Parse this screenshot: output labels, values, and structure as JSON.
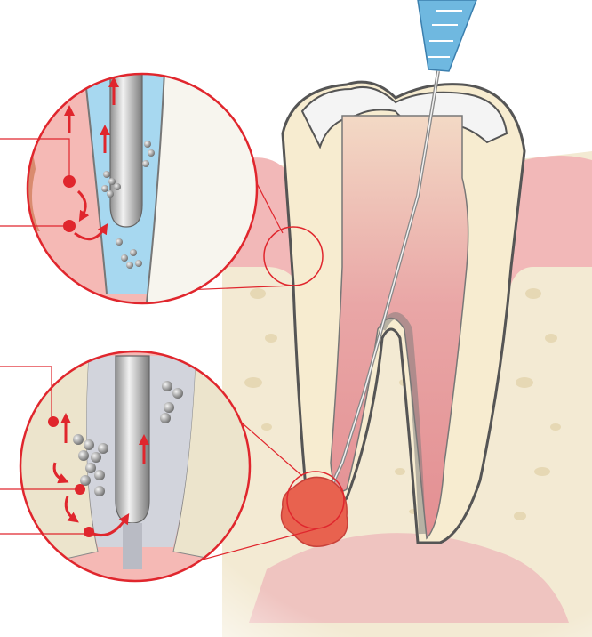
{
  "diagram": {
    "main_view": "tooth-cross-section-with-file",
    "insets": [
      {
        "id": "upper-inset",
        "depicts": "file-in-canal-irrigation-detail",
        "callout_lines": 2
      },
      {
        "id": "lower-inset",
        "depicts": "file-tip-at-apex-detail",
        "callout_lines": 3
      }
    ]
  },
  "colors": {
    "gum": "#f2b8b8",
    "bone": "#f3ead3",
    "bone_pore": "#e6d8b4",
    "dentin": "#f7ecd0",
    "pulp": "#e8a0a0",
    "enamel": "#f4f4f4",
    "outline": "#555555",
    "irrigant": "#a7d8f0",
    "handpiece": "#6fb8e0",
    "file": "#c8c8c8",
    "arrow_red": "#e0262d",
    "lesion": "#e8624f"
  },
  "icons": {
    "arrow_up": "arrow-up-icon",
    "arrow_curved": "curved-arrow-icon",
    "debris": "debris-particle-icon"
  }
}
